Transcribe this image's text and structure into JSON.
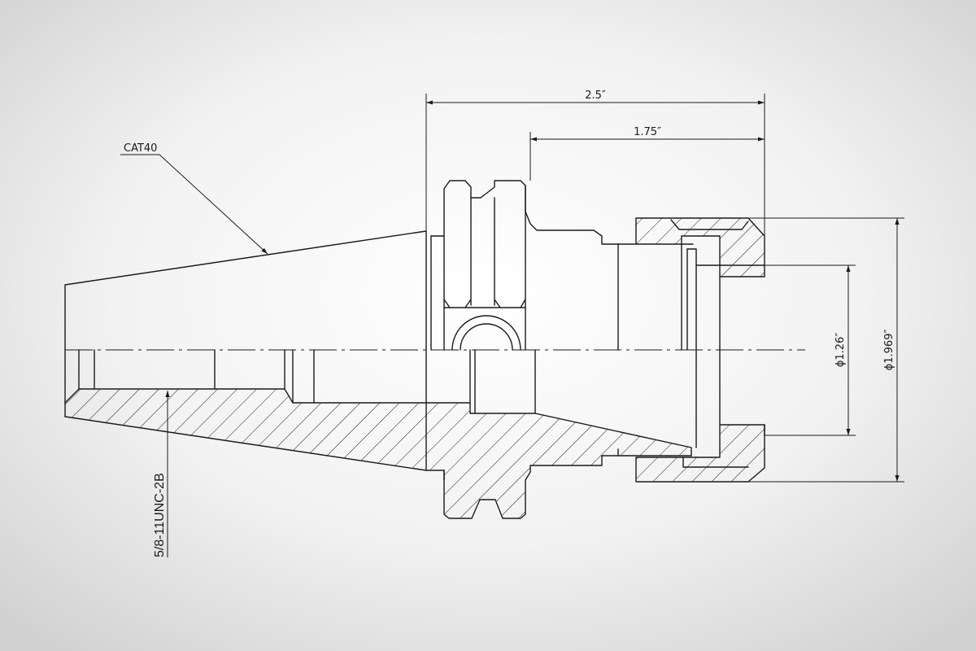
{
  "labels": {
    "taper": "CAT40",
    "thread": "5/8-11UNC-2B",
    "overall_length": "2.5″",
    "nose_length": "1.75″",
    "bore_diameter": "ϕ1.26″",
    "outer_diameter": "ϕ1.969″"
  }
}
